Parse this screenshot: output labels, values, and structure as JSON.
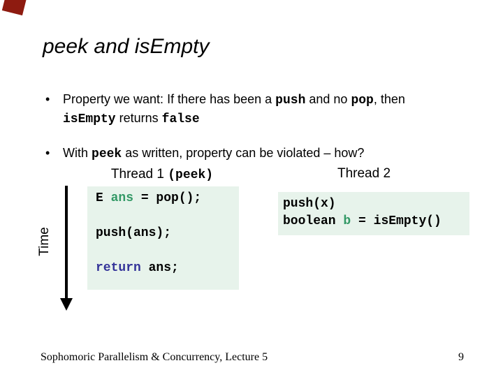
{
  "slide": {
    "title": "peek and isEmpty",
    "bullets": [
      {
        "lines": [
          [
            {
              "t": "Property we want: If there has been a ",
              "s": "p"
            },
            {
              "t": "push",
              "s": "c"
            },
            {
              "t": " and no ",
              "s": "p"
            },
            {
              "t": "pop",
              "s": "c"
            },
            {
              "t": ", then",
              "s": "p"
            }
          ],
          [
            {
              "t": "isEmpty",
              "s": "c"
            },
            {
              "t": " returns ",
              "s": "p"
            },
            {
              "t": "false",
              "s": "c"
            }
          ]
        ]
      },
      {
        "lines": [
          [
            {
              "t": "With ",
              "s": "p"
            },
            {
              "t": "peek",
              "s": "c"
            },
            {
              "t": " as written, property can be violated – how?",
              "s": "p"
            }
          ]
        ]
      }
    ],
    "time_label": "Time",
    "thread1": {
      "header_lines": [
        [
          {
            "t": "Thread 1 ",
            "s": "p"
          },
          {
            "t": "(peek)",
            "s": "c"
          }
        ]
      ],
      "code_lines": [
        [
          {
            "t": "E ",
            "c": "k"
          },
          {
            "t": "ans",
            "c": "g"
          },
          {
            "t": " = pop();",
            "c": "k"
          }
        ],
        [],
        [
          {
            "t": "push(ans);",
            "c": "k"
          }
        ],
        [],
        [
          {
            "t": "return",
            "c": "b"
          },
          {
            "t": " ans;",
            "c": "k"
          }
        ]
      ]
    },
    "thread2": {
      "header": "Thread 2",
      "code_lines": [
        [
          {
            "t": "push(x)",
            "c": "k"
          }
        ],
        [
          {
            "t": "boolean ",
            "c": "k"
          },
          {
            "t": "b",
            "c": "g"
          },
          {
            "t": " = isEmpty()",
            "c": "k"
          }
        ]
      ]
    },
    "footer": {
      "left": "Sophomoric Parallelism & Concurrency, Lecture 5",
      "page": "9"
    },
    "colors": {
      "code_block_bg": "#e7f3eb",
      "keyword_blue": "#333399",
      "variable_green": "#339966",
      "corner_red": "#8e1b10",
      "text": "#000000",
      "background": "#ffffff"
    }
  }
}
